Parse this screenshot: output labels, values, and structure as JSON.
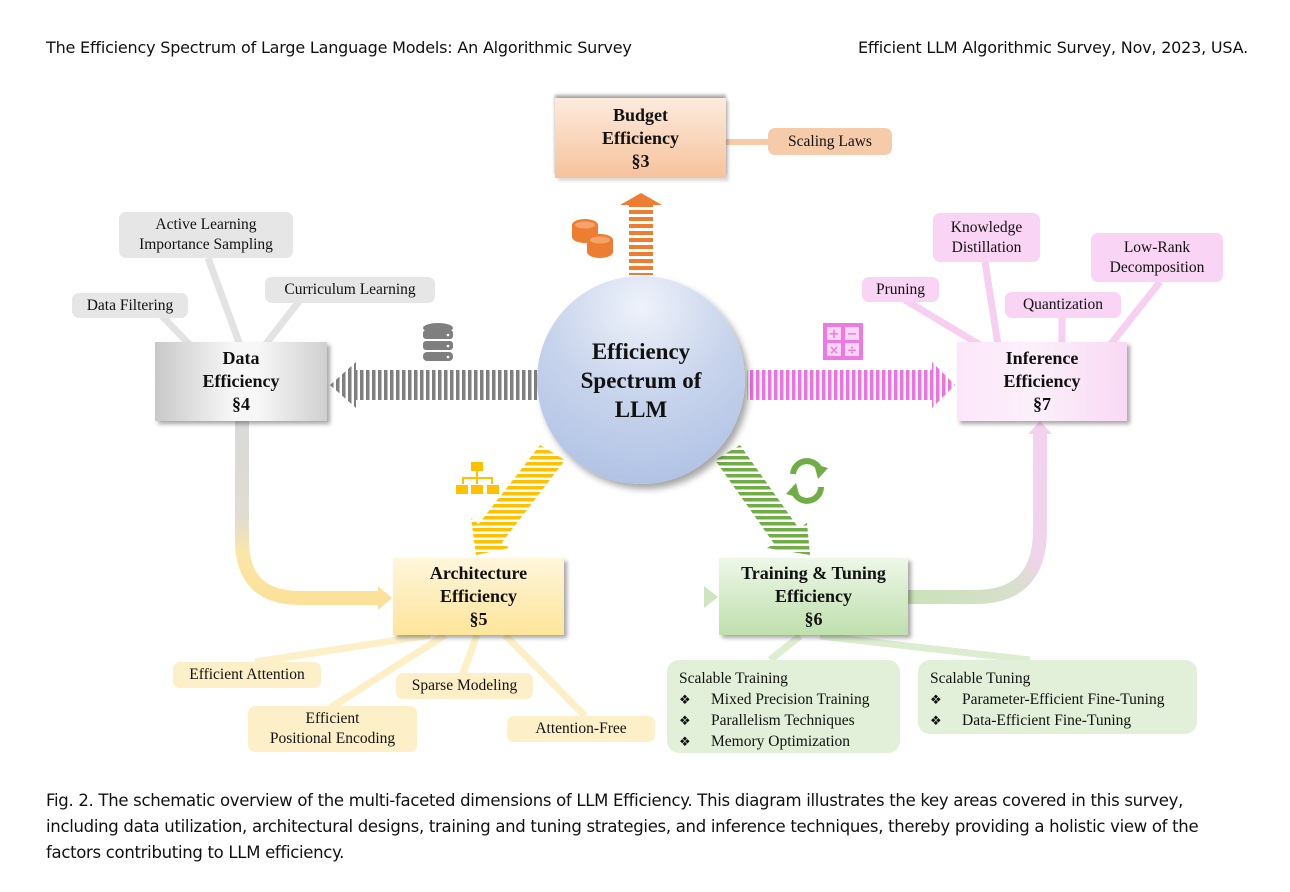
{
  "header": {
    "left": "The Efficiency Spectrum of Large Language Models: An Algorithmic Survey",
    "right": "Efficient LLM Algorithmic Survey, Nov, 2023, USA."
  },
  "center": {
    "lines": [
      "Efficiency",
      "Spectrum of",
      "LLM"
    ]
  },
  "nodes": {
    "budget": {
      "lines": [
        "Budget",
        "Efficiency",
        "§3"
      ],
      "color": "#f4b183",
      "icon": "coins-icon"
    },
    "data": {
      "lines": [
        "Data",
        "Efficiency",
        "§4"
      ],
      "color": "#bfbfbf",
      "icon": "database-icon"
    },
    "architecture": {
      "lines": [
        "Architecture",
        "Efficiency",
        "§5"
      ],
      "color": "#ffd966",
      "icon": "hierarchy-icon"
    },
    "training": {
      "lines": [
        "Training & Tuning",
        "Efficiency",
        "§6"
      ],
      "color": "#a9d18e",
      "icon": "refresh-icon"
    },
    "inference": {
      "lines": [
        "Inference",
        "Efficiency",
        "§7"
      ],
      "color": "#f4b6ec",
      "icon": "calculator-icon"
    }
  },
  "tags": {
    "budget": [
      "Scaling Laws"
    ],
    "data": {
      "active": [
        "Active Learning",
        "Importance Sampling"
      ],
      "filtering": "Data Filtering",
      "curriculum": "Curriculum Learning"
    },
    "inference": {
      "pruning": "Pruning",
      "distillation": [
        "Knowledge",
        "Distillation"
      ],
      "quantization": "Quantization",
      "lowrank": [
        "Low-Rank",
        "Decomposition"
      ]
    },
    "architecture": {
      "attention": "Efficient Attention",
      "positional": [
        "Efficient",
        "Positional Encoding"
      ],
      "sparse": "Sparse Modeling",
      "attention_free": "Attention-Free"
    },
    "training": {
      "scalable_training": {
        "title": "Scalable Training",
        "items": [
          "Mixed Precision Training",
          "Parallelism Techniques",
          "Memory Optimization"
        ]
      },
      "scalable_tuning": {
        "title": "Scalable Tuning",
        "items": [
          "Parameter-Efficient Fine-Tuning",
          "Data-Efficient Fine-Tuning"
        ]
      },
      "bullet": "❖"
    }
  },
  "caption": "Fig. 2.  The schematic overview of the multi-faceted dimensions of LLM Efficiency. This diagram illustrates the key areas covered in this survey, including data utilization, architectural designs, training and tuning strategies, and inference techniques, thereby providing a holistic view of the factors contributing to LLM efficiency."
}
